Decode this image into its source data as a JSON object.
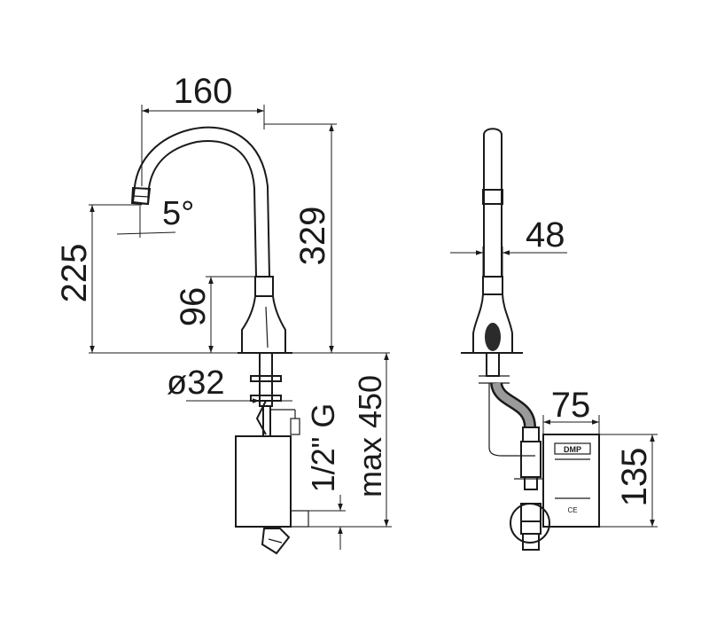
{
  "dimensions": {
    "spout_reach": "160",
    "tilt_angle": "5°",
    "spout_outlet_height": "225",
    "total_height": "329",
    "body_height": "96",
    "shank_diameter": "ø32",
    "connection_thread": "1/2\" G",
    "max_length": "max 450",
    "spout_width": "48",
    "box_width": "75",
    "box_height": "135"
  },
  "labels": {
    "brand_plate": "DMP",
    "ce_mark": "CE"
  },
  "colors": {
    "line": "#1a1a1a",
    "background": "#ffffff"
  }
}
